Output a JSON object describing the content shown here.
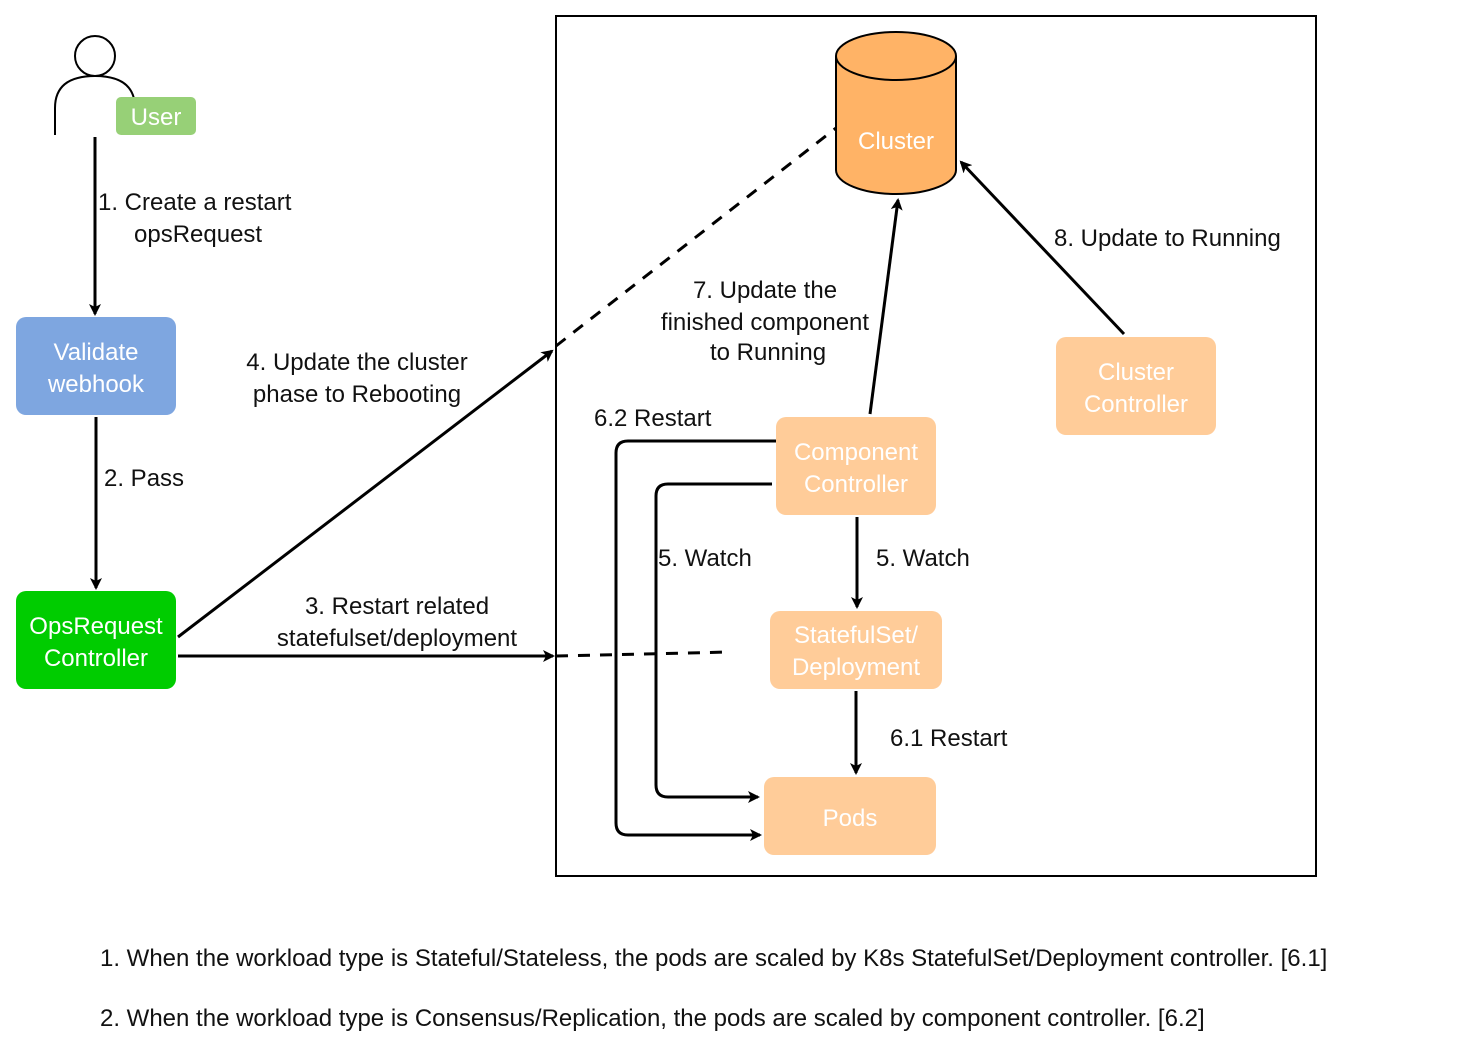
{
  "colors": {
    "validate_box": "#7ea6e0",
    "opsrequest_box": "#00cc00",
    "controller_box": "#ffcc99",
    "user_badge": "#97d077",
    "cluster_cylinder": "#ffb366",
    "line": "#000000"
  },
  "icons": {
    "user": "person-icon",
    "cluster": "database-cylinder-icon"
  },
  "nodes": {
    "user_label": "User",
    "validate": [
      "Validate",
      "webhook"
    ],
    "opsrequest": [
      "OpsRequest",
      "Controller"
    ],
    "cluster": "Cluster",
    "cluster_controller": [
      "Cluster",
      "Controller"
    ],
    "component_controller": [
      "Component",
      "Controller"
    ],
    "statefulset": [
      "StatefulSet/",
      "Deployment"
    ],
    "pods": "Pods"
  },
  "edges": {
    "create": [
      "1. Create a restart",
      "opsRequest"
    ],
    "pass": "2. Pass",
    "restart_related": [
      "3. Restart related",
      "statefulset/deployment"
    ],
    "update_phase": [
      "4. Update the cluster",
      "phase to Rebooting"
    ],
    "watch_left": "5. Watch",
    "watch_right": "5. Watch",
    "restart_61": "6.1 Restart",
    "restart_62": "6.2 Restart",
    "update_component": [
      "7. Update the",
      "finished component",
      "to Running"
    ],
    "update_running": "8. Update to Running"
  },
  "notes": [
    "1. When the workload type is Stateful/Stateless, the pods are scaled by K8s StatefulSet/Deployment controller. [6.1]",
    "2. When the workload type is Consensus/Replication, the pods are scaled by component controller. [6.2]"
  ]
}
